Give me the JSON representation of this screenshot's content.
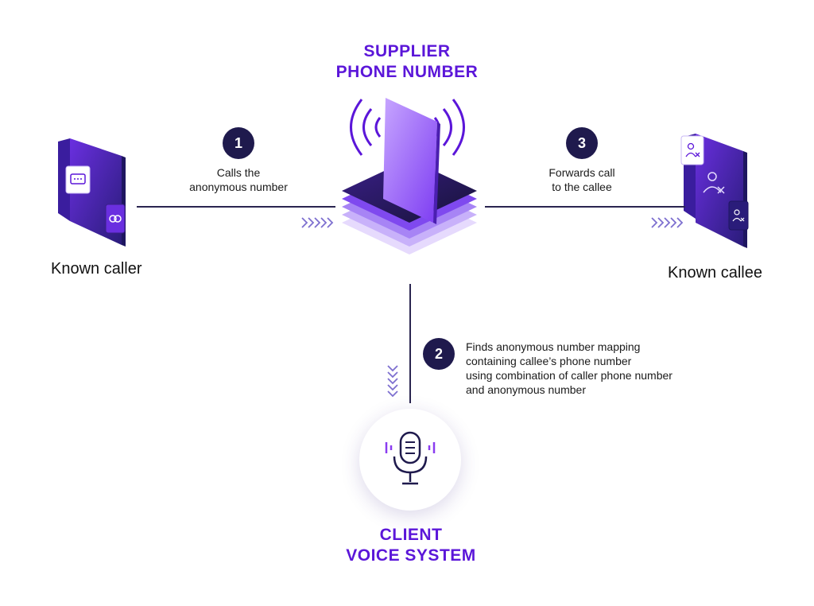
{
  "supplier": {
    "title_line1": "SUPPLIER",
    "title_line2": "PHONE NUMBER"
  },
  "client": {
    "title_line1": "CLIENT",
    "title_line2": "VOICE SYSTEM"
  },
  "caller": {
    "label": "Known caller"
  },
  "callee": {
    "label": "Known callee"
  },
  "steps": [
    {
      "number": "1",
      "lines": [
        "Calls the",
        "anonymous number"
      ]
    },
    {
      "number": "2",
      "lines": [
        "Finds anonymous number mapping",
        "containing callee’s phone number",
        "using combination of caller phone number",
        "and anonymous number"
      ]
    },
    {
      "number": "3",
      "lines": [
        "Forwards call",
        "to the callee"
      ]
    }
  ],
  "colors": {
    "purple": "#5b16d9",
    "navy": "#1f1a4d",
    "violet_light": "#b99cf5"
  },
  "icons": {
    "caller_chat": "chat-bubble-icon",
    "caller_link": "link-icon",
    "callee_person": "person-x-icon",
    "client_mic": "microphone-icon"
  }
}
